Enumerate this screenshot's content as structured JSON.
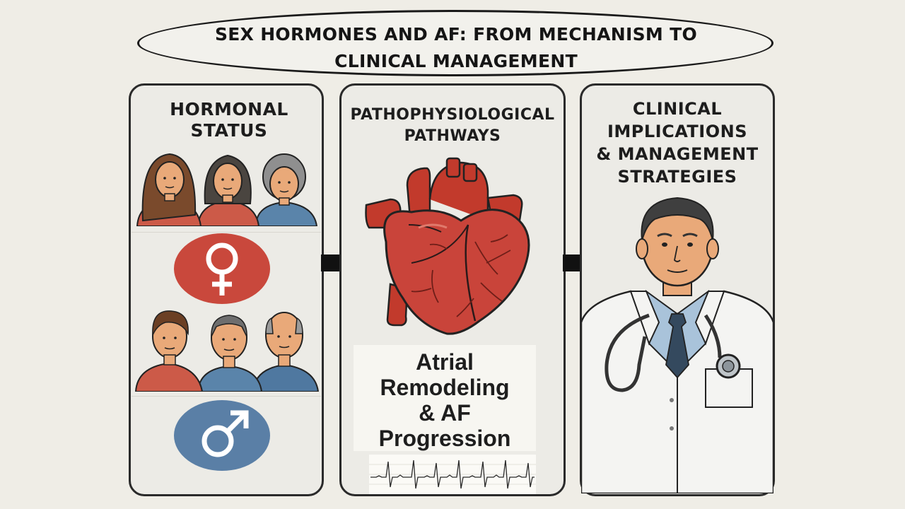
{
  "title": {
    "line1": "SEX HORMONES AND AF: FROM MECHANISM TO",
    "line2": "CLINICAL MANAGEMENT"
  },
  "panels": [
    {
      "title_lines": [
        "HORMONAL",
        "STATUS"
      ]
    },
    {
      "title_lines": [
        "PATHOPHYSIOLOGICAL",
        "PATHWAYS"
      ]
    },
    {
      "title_lines": [
        "CLINICAL",
        "IMPLICATIONS",
        "& MANAGEMENT",
        "STRATEGIES"
      ]
    }
  ],
  "outcome": {
    "lines": [
      "Atrial",
      "Remodeling",
      "& AF",
      "Progression"
    ]
  },
  "icons": {
    "female_symbol": "venus-icon",
    "male_symbol": "mars-icon",
    "heart": "heart-icon",
    "doctor": "doctor-icon",
    "ecg": "ecg-trace-icon"
  },
  "colors": {
    "female_circle": "#c9483c",
    "male_circle": "#5a7fa6",
    "heart": "#c23a2c",
    "shirt_red": "#cc5a48",
    "shirt_blue": "#5a84aa"
  }
}
